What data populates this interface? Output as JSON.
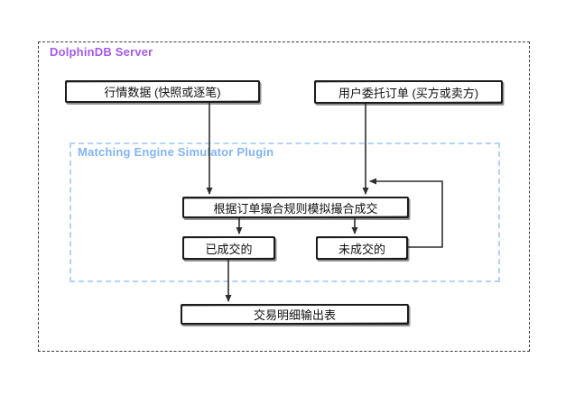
{
  "diagram": {
    "server_container": {
      "title": "DolphinDB Server",
      "title_color": "#a55ae8",
      "border_style": "black-dashed"
    },
    "plugin_container": {
      "title": "Matching Engine Simulator Plugin",
      "title_color": "#82b5f6",
      "border_style": "light-blue-dashed"
    },
    "nodes": {
      "market_data": {
        "label": "行情数据 (快照或逐笔)"
      },
      "user_orders": {
        "label": "用户委托订单 (买方或卖方)"
      },
      "matching_engine": {
        "label": "根据订单撮合规则模拟撮合成交"
      },
      "filled_orders": {
        "label": "已成交的"
      },
      "unfilled_orders": {
        "label": "未成交的"
      },
      "output_table": {
        "label": "交易明细输出表"
      }
    },
    "edges": [
      {
        "from": "market_data",
        "to": "matching_engine",
        "type": "arrow-down"
      },
      {
        "from": "user_orders",
        "to": "matching_engine",
        "type": "arrow-down"
      },
      {
        "from": "matching_engine",
        "to": "filled_orders",
        "type": "arrow-down"
      },
      {
        "from": "matching_engine",
        "to": "unfilled_orders",
        "type": "arrow-down"
      },
      {
        "from": "unfilled_orders",
        "to": "user_orders_line",
        "type": "feedback-loop-left"
      },
      {
        "from": "filled_orders",
        "to": "output_table",
        "type": "arrow-down"
      }
    ],
    "colors": {
      "node_border": "#1c1c1c",
      "edge_stroke": "#2e2e2e",
      "background": "#ffffff"
    }
  }
}
